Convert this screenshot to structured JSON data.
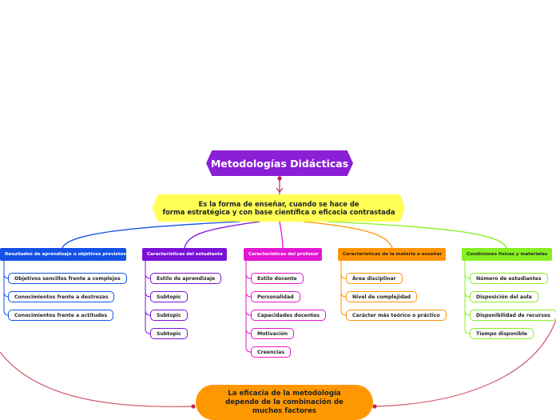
{
  "root": {
    "title": "Metodologías Didácticas"
  },
  "definition": {
    "line1": "Es la forma de enseñar, cuando se hace de",
    "line2": "forma estratégica y con base científica o eficacia contrastada"
  },
  "conclusion": {
    "line1": "La eficacia de la metodología",
    "line2": "depende de la combinación de",
    "line3": "muchos factores"
  },
  "branches": [
    {
      "title": "Resultados de aprendizaje u objetivos previstos",
      "color": "#1452e6",
      "items": [
        "Objetivos sencillos frente a complejos",
        "Conocimientos frente a destrezas",
        "Conocimientos frente a actitudes"
      ]
    },
    {
      "title": "Características del estudiante",
      "color": "#7b12d8",
      "items": [
        "Estilo de aprendizaje",
        "Subtopic",
        "Subtopic",
        "Subtopic"
      ]
    },
    {
      "title": "Características del profesor",
      "color": "#e217d2",
      "items": [
        "Estilo docente",
        "Personalidad",
        "Capacidades docentes",
        "Motivación",
        "Creencias"
      ]
    },
    {
      "title": "Características de la materia a enseñar",
      "color": "#ff9400",
      "items": [
        "Área disciplinar",
        "Nivel de complejidad",
        "Carácter más teórico o práctico"
      ]
    },
    {
      "title": "Condiciones físicas y materiales",
      "color": "#86ef22",
      "items": [
        "Número de estudiantes",
        "Disposición del aula",
        "Disponibilidad de recursos",
        "Tiempo disponible"
      ]
    }
  ]
}
